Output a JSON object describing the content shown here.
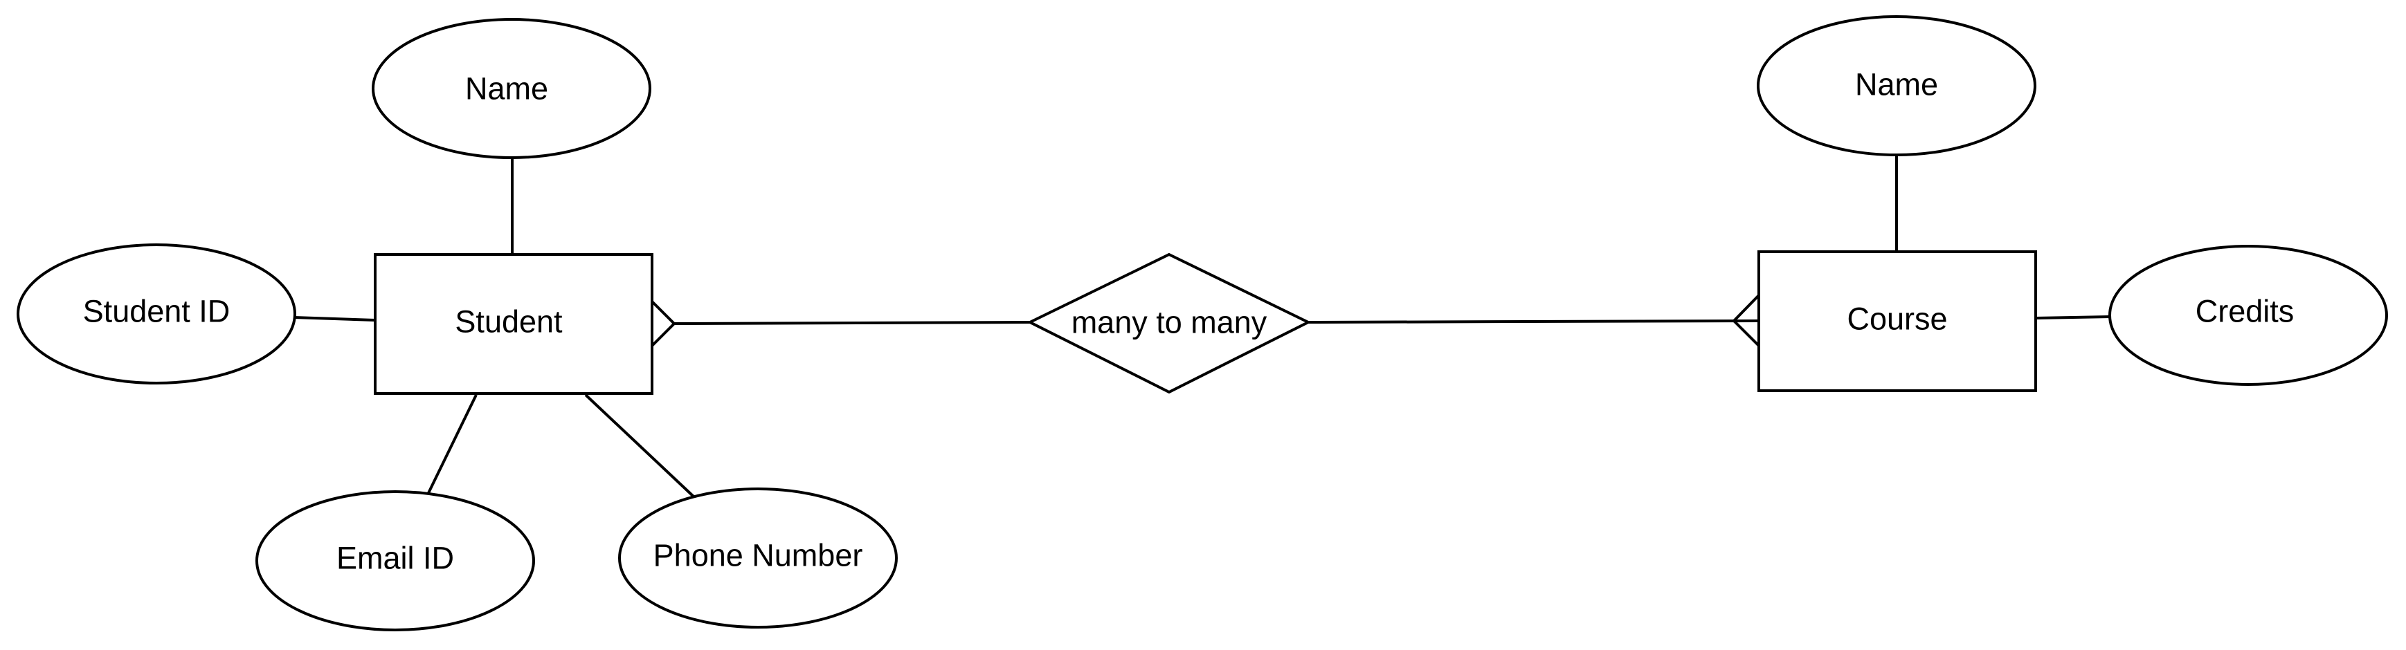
{
  "diagram": {
    "type": "entity-relationship",
    "entities": {
      "student": {
        "label": "Student"
      },
      "course": {
        "label": "Course"
      }
    },
    "relationship": {
      "label": "many to many",
      "cardinality_left": "many",
      "cardinality_right": "many"
    },
    "attributes": {
      "student_name": "Name",
      "student_id": "Student ID",
      "email_id": "Email ID",
      "phone_number": "Phone Number",
      "course_name": "Name",
      "credits": "Credits"
    }
  }
}
